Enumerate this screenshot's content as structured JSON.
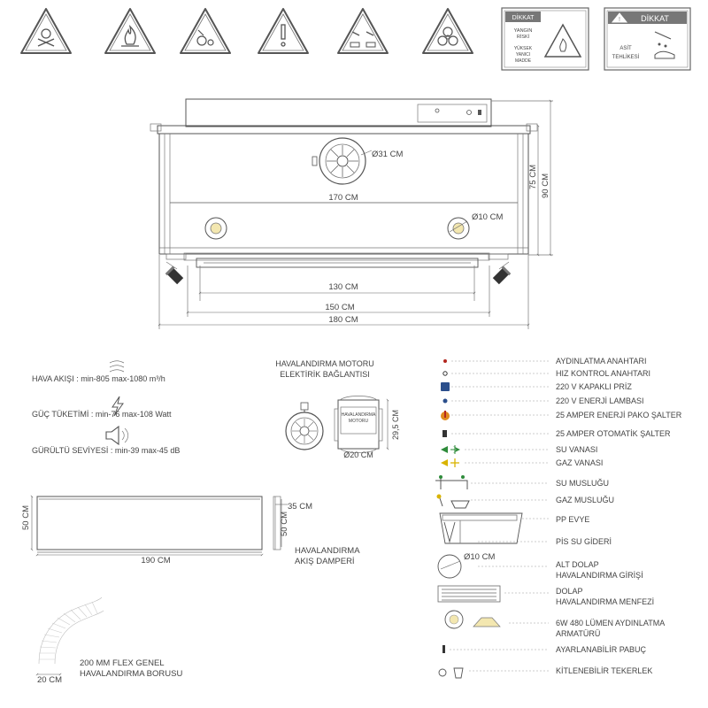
{
  "signs": {
    "dikkat1": {
      "title": "DİKKAT",
      "line1": "YANGIN",
      "line2": "RİSKİ",
      "line3": "YÜKSEK",
      "line4": "YANICI",
      "line5": "MADDE"
    },
    "dikkat2": {
      "title": "DİKKAT",
      "line1": "ASİT",
      "line2": "TEHLİKESİ"
    }
  },
  "hood": {
    "dim_fan": "Ø31 CM",
    "dim_inner_width": "170 CM",
    "dim_light": "Ø10 CM",
    "dim_sash": "130 CM",
    "dim_150": "150 CM",
    "dim_180": "180 CM",
    "dim_75": "75 CM",
    "dim_90": "90 CM"
  },
  "specs": {
    "airflow": "HAVA AKIŞI : min-805 max-1080 m³/h",
    "power": "GÜÇ TÜKETİMİ : min-76 max-108 Watt",
    "noise": "GÜRÜLTÜ SEVİYESİ : min-39 max-45 dB"
  },
  "motor": {
    "title1": "HAVALANDIRMA MOTORU",
    "title2": "ELEKTİRİK BAĞLANTISI",
    "label1": "HAVALANDIRMA",
    "label2": "MOTORU",
    "dim_height": "29,5 CM",
    "dim_diam": "Ø20 CM"
  },
  "duct": {
    "dim_h": "50 CM",
    "dim_w": "190 CM",
    "dim_side_h": "50 CM",
    "dim_side_w": "35 CM",
    "damper1": "HAVALANDIRMA",
    "damper2": "AKIŞ DAMPERİ"
  },
  "flex": {
    "label1": "200 MM FLEX GENEL",
    "label2": "HAVALANDIRMA BORUSU",
    "dim": "20 CM"
  },
  "legend": [
    "AYDINLATMA ANAHTARI",
    "HIZ KONTROL ANAHTARI",
    "220 V KAPAKLI PRİZ",
    "220 V ENERJİ LAMBASI",
    "25 AMPER ENERJİ PAKO ŞALTER",
    "25 AMPER OTOMATİK ŞALTER",
    "SU VANASI",
    "GAZ VANASI",
    "SU MUSLUĞU",
    "GAZ MUSLUĞU",
    "PP EVYE",
    "PİS SU GİDERİ",
    "ALT DOLAP",
    "HAVALANDIRMA GİRİŞİ",
    "DOLAP",
    "HAVALANDIRMA MENFEZİ",
    "6W 480 LÜMEN AYDINLATMA",
    "ARMATÜRÜ",
    "AYARLANABİLİR PABUÇ",
    "KİTLENEBİLİR TEKERLEK"
  ],
  "legend_dim": "Ø10 CM",
  "colors": {
    "line": "#555555",
    "red": "#b3261e",
    "blue": "#2b4f8c",
    "green": "#2e8b3a",
    "yellow": "#d9b300",
    "orange": "#e08a1e"
  }
}
